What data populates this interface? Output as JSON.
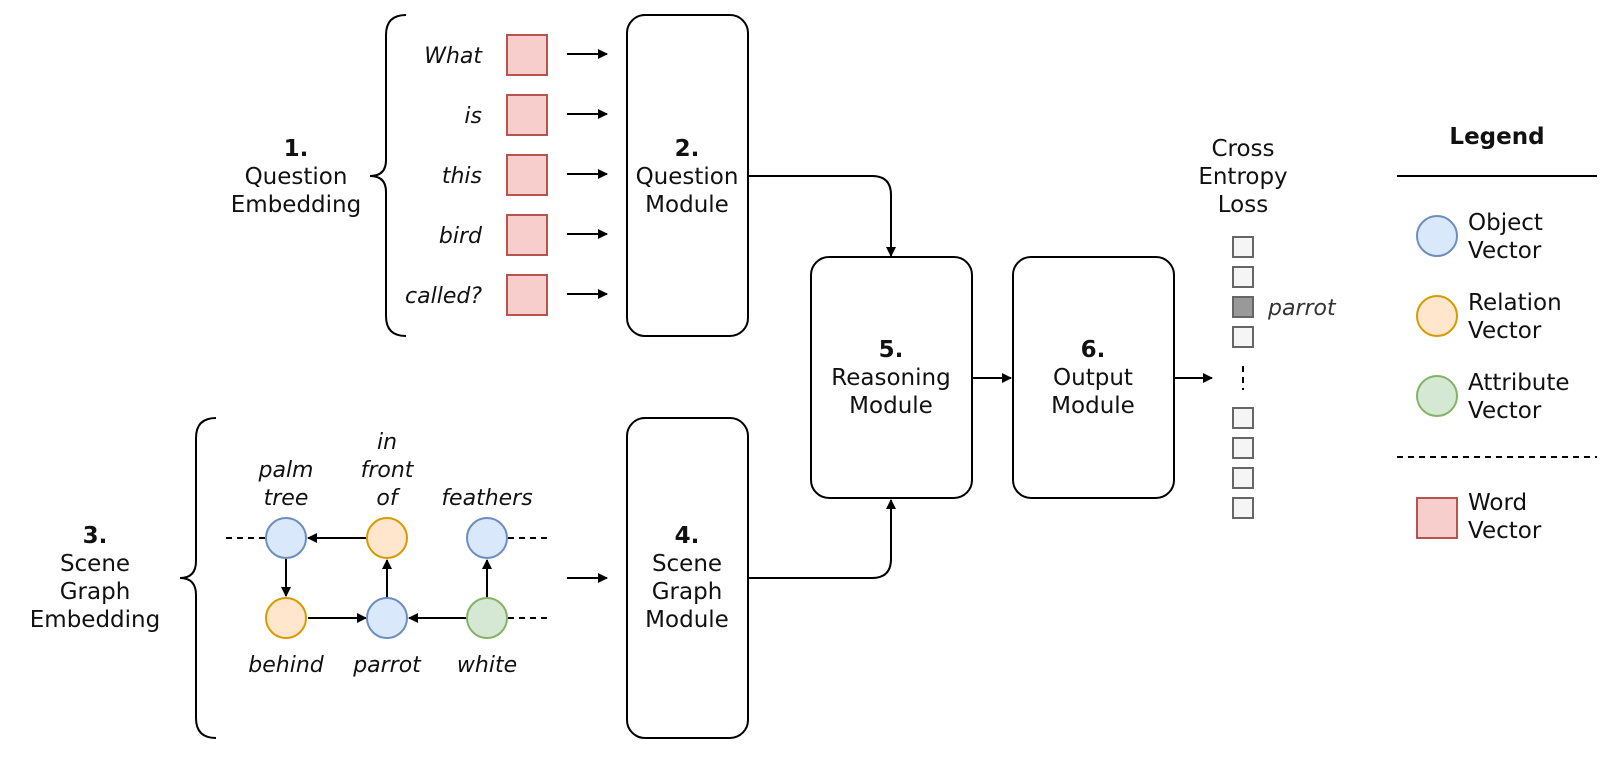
{
  "question_embedding": {
    "number": "1.",
    "title_lines": [
      "Question",
      "Embedding"
    ],
    "words": [
      "What",
      "is",
      "this",
      "bird",
      "called?"
    ]
  },
  "question_module": {
    "number": "2.",
    "title_lines": [
      "Question",
      "Module"
    ]
  },
  "scene_graph_embedding": {
    "number": "3.",
    "title_lines": [
      "Scene",
      "Graph",
      "Embedding"
    ],
    "nodes": {
      "palm_tree": [
        "palm",
        "tree"
      ],
      "in_front_of": [
        "in",
        "front",
        "of"
      ],
      "feathers": "feathers",
      "behind": "behind",
      "parrot": "parrot",
      "white": "white"
    }
  },
  "scene_graph_module": {
    "number": "4.",
    "title_lines": [
      "Scene",
      "Graph",
      "Module"
    ]
  },
  "reasoning_module": {
    "number": "5.",
    "title_lines": [
      "Reasoning",
      "Module"
    ]
  },
  "output_module": {
    "number": "6.",
    "title_lines": [
      "Output",
      "Module"
    ]
  },
  "loss": {
    "title_lines": [
      "Cross",
      "Entropy",
      "Loss"
    ],
    "predicted_label": "parrot"
  },
  "legend": {
    "title": "Legend",
    "items": [
      {
        "lines": [
          "Object",
          "Vector"
        ],
        "color": "#dae8fc"
      },
      {
        "lines": [
          "Relation",
          "Vector"
        ],
        "color": "#ffe6cc"
      },
      {
        "lines": [
          "Attribute",
          "Vector"
        ],
        "color": "#d5e8d4"
      },
      {
        "lines": [
          "Word",
          "Vector"
        ],
        "color": "#f8cecc"
      }
    ]
  }
}
